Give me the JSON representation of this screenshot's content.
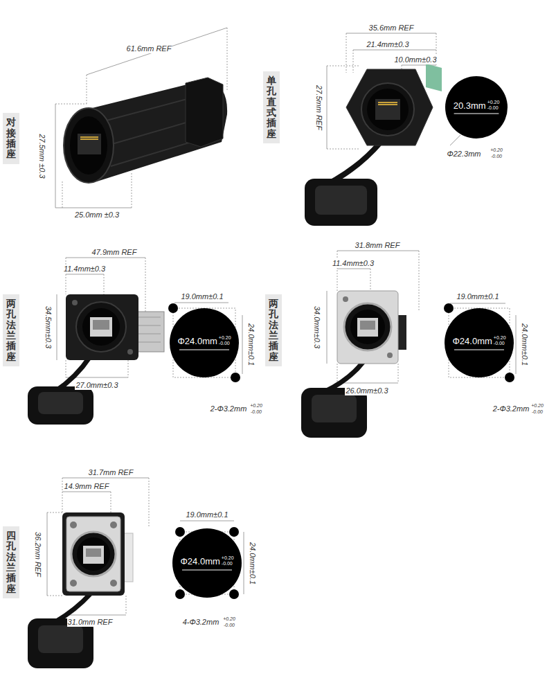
{
  "diagram": {
    "nodes": [
      {
        "text": [
          "对接插座"
        ]
      },
      {
        "text": [
          "单孔直式插座"
        ]
      },
      {
        "text": [
          "20.3mm",
          "+0.20",
          "-0.00"
        ]
      },
      {
        "text": [
          "两孔法兰插座"
        ]
      },
      {
        "text": [
          "Φ24.0mm",
          "+0.20",
          "-0.00"
        ]
      },
      {
        "text": [
          "两孔法兰插座"
        ]
      },
      {
        "text": [
          "Φ24.0mm",
          "+0.20",
          "-0.00"
        ]
      },
      {
        "text": [
          "四孔法兰插座"
        ]
      },
      {
        "text": [
          "Φ24.0mm",
          "+0.20",
          "-0.00"
        ]
      }
    ],
    "labels": [
      "61.6mm REF",
      "27.5mm ±0.3",
      "25.0mm ±0.3",
      "35.6mm REF",
      "21.4mm±0.3",
      "10.0mm±0.3",
      "27.5mm REF",
      "Φ22.3mm",
      "+0.20",
      "-0.00",
      "47.9mm REF",
      "11.4mm±0.3",
      "34.5mm±0.3",
      "27.0mm±0.3",
      "19.0mm±0.1",
      "24.0mm±0.1",
      "2-Φ3.2mm",
      "+0.20",
      "-0.00",
      "31.8mm REF",
      "11.4mm±0.3",
      "34.0mm±0.3",
      "26.0mm±0.3",
      "19.0mm±0.1",
      "24.0mm±0.1",
      "2-Φ3.2mm",
      "+0.20",
      "-0.00",
      "31.7mm REF",
      "14.9mm REF",
      "36.2mm REF",
      "31.0mm REF",
      "19.0mm±0.1",
      "24.0mm±0.1",
      "4-Φ3.2mm",
      "+0.20",
      "-0.00"
    ]
  }
}
